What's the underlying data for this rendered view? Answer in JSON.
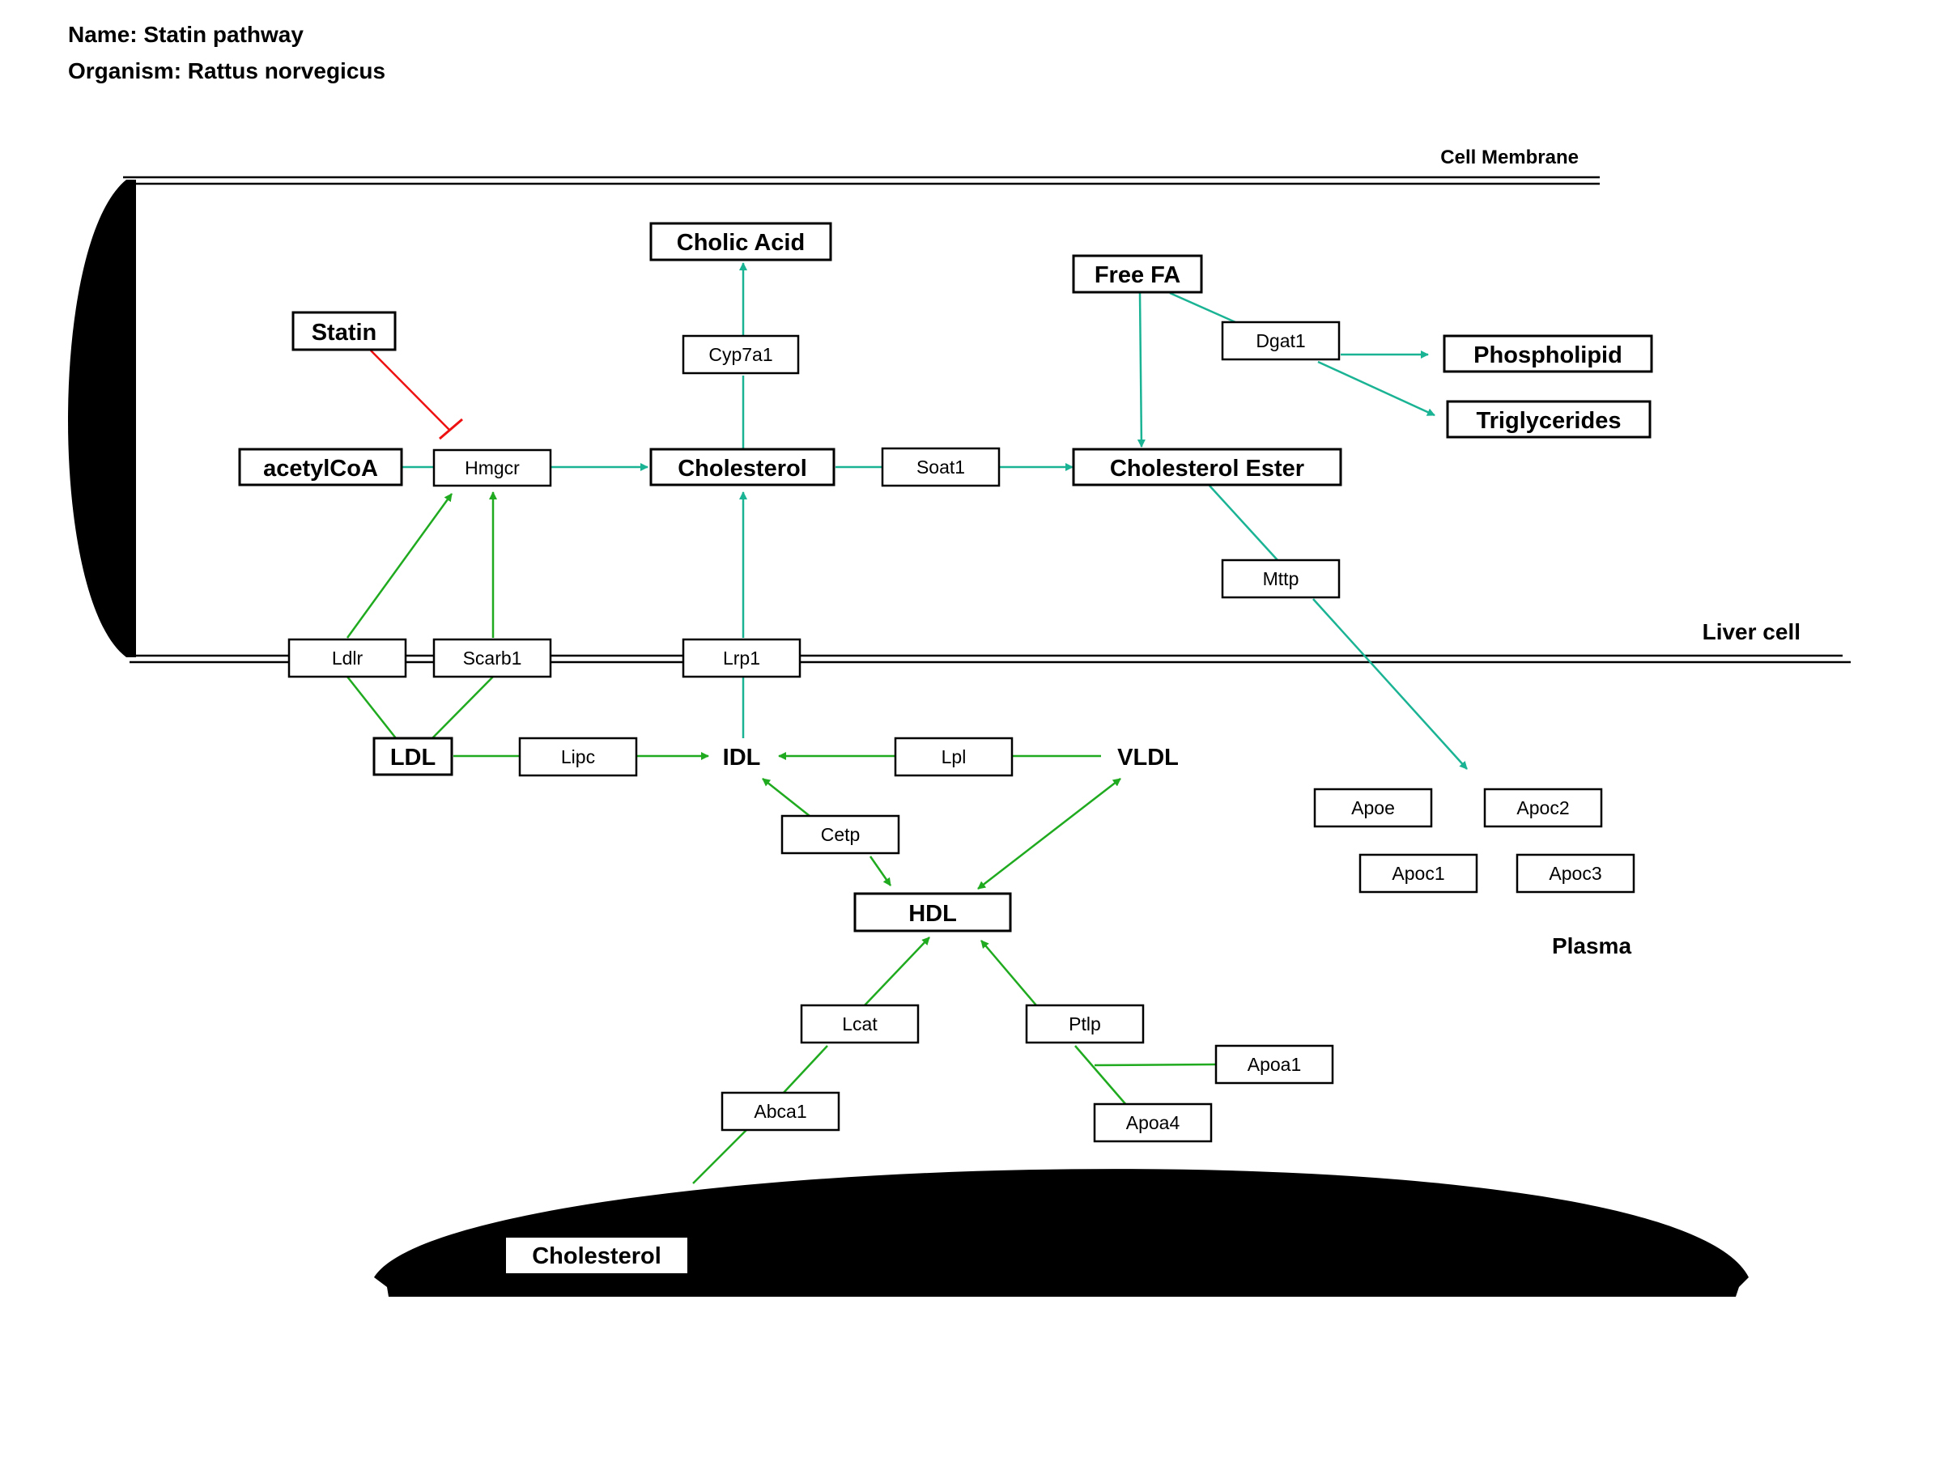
{
  "header": {
    "name": "Name: Statin pathway",
    "organism": "Organism: Rattus norvegicus"
  },
  "compartments": {
    "cell_membrane": "Cell Membrane",
    "liver_cell": "Liver cell",
    "plasma": "Plasma"
  },
  "metabolites": {
    "cholic_acid": "Cholic Acid",
    "statin": "Statin",
    "acetylcoa": "acetylCoA",
    "cholesterol": "Cholesterol",
    "free_fa": "Free FA",
    "phospholipid": "Phospholipid",
    "triglycerides": "Triglycerides",
    "cholesterol_ester": "Cholesterol Ester",
    "ldl": "LDL",
    "idl": "IDL",
    "vldl": "VLDL",
    "hdl": "HDL",
    "cholesterol_plasma": "Cholesterol"
  },
  "genes": {
    "cyp7a1": "Cyp7a1",
    "hmgcr": "Hmgcr",
    "soat1": "Soat1",
    "dgat1": "Dgat1",
    "mttp": "Mttp",
    "ldlr": "Ldlr",
    "scarb1": "Scarb1",
    "lrp1": "Lrp1",
    "lipc": "Lipc",
    "lpl": "Lpl",
    "cetp": "Cetp",
    "apoe": "Apoe",
    "apoc2": "Apoc2",
    "apoc1": "Apoc1",
    "apoc3": "Apoc3",
    "lcat": "Lcat",
    "ptlp": "Ptlp",
    "apoa1": "Apoa1",
    "abca1": "Abca1",
    "apoa4": "Apoa4"
  },
  "colors": {
    "conversion": "#1ab394",
    "transport": "#1faa1f",
    "inhibition": "#ee1111",
    "compartment": "#000000"
  }
}
